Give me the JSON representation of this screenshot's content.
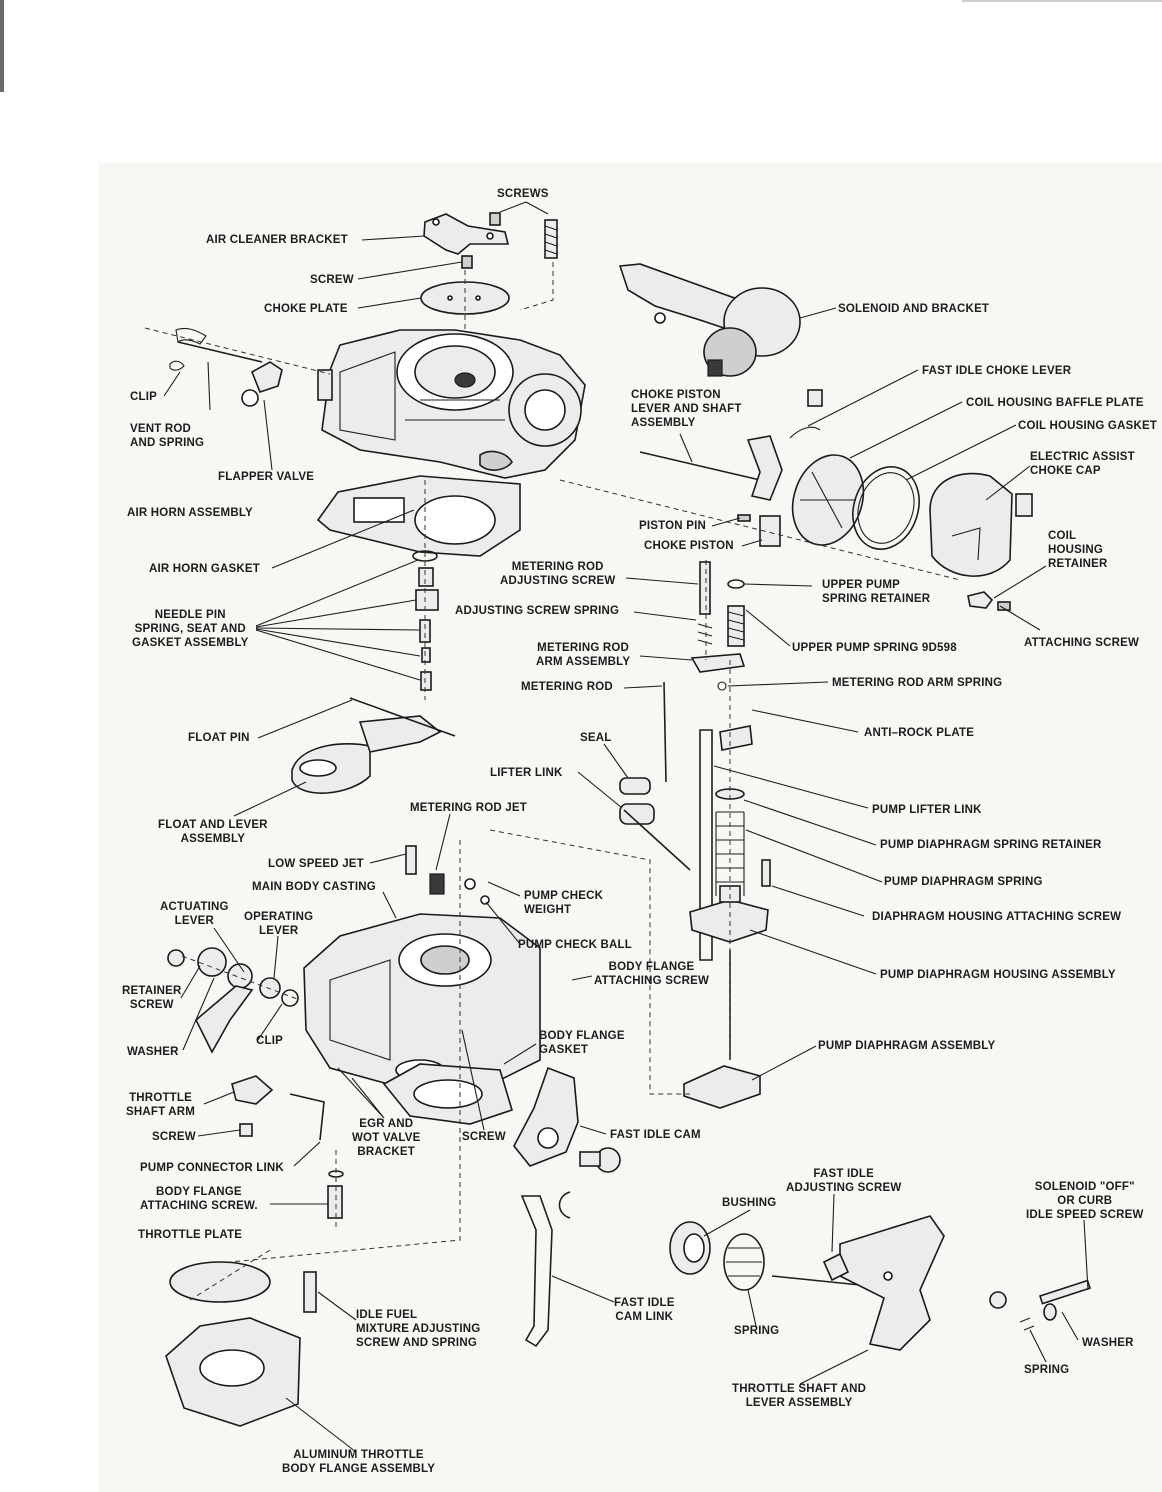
{
  "labels": {
    "screws": "SCREWS",
    "air_cleaner_bracket": "AIR CLEANER BRACKET",
    "screw_top": "SCREW",
    "choke_plate": "CHOKE PLATE",
    "solenoid_and_bracket": "SOLENOID AND BRACKET",
    "fast_idle_choke_lever": "FAST IDLE CHOKE LEVER",
    "coil_housing_baffle_plate": "COIL HOUSING BAFFLE PLATE",
    "coil_housing_gasket": "COIL HOUSING GASKET",
    "electric_assist_choke_cap": "ELECTRIC ASSIST\nCHOKE CAP",
    "choke_piston_lever": "CHOKE PISTON\nLEVER AND SHAFT\nASSEMBLY",
    "clip_top": "CLIP",
    "vent_rod_and_spring": "VENT ROD\nAND SPRING",
    "flapper_valve": "FLAPPER VALVE",
    "air_horn_assembly": "AIR HORN ASSEMBLY",
    "piston_pin": "PISTON PIN",
    "choke_piston": "CHOKE PISTON",
    "coil_housing_retainer": "COIL\nHOUSING\nRETAINER",
    "air_horn_gasket": "AIR HORN GASKET",
    "metering_rod_adjusting_screw": "METERING ROD\nADJUSTING SCREW",
    "upper_pump_spring_retainer": "UPPER PUMP\nSPRING RETAINER",
    "attaching_screw": "ATTACHING SCREW",
    "needle_pin_assembly": "NEEDLE PIN\nSPRING, SEAT AND\nGASKET ASSEMBLY",
    "adjusting_screw_spring": "ADJUSTING SCREW  SPRING",
    "upper_pump_spring": "UPPER PUMP SPRING 9D598",
    "metering_rod_arm_assembly": "METERING ROD\nARM ASSEMBLY",
    "metering_rod": "METERING ROD",
    "metering_rod_arm_spring": "METERING ROD  ARM SPRING",
    "float_pin": "FLOAT PIN",
    "anti_rock_plate": "ANTI–ROCK PLATE",
    "seal": "SEAL",
    "lifter_link": "LIFTER LINK",
    "pump_lifter_link": "PUMP LIFTER LINK",
    "float_and_lever_assembly": "FLOAT AND LEVER\nASSEMBLY",
    "metering_rod_jet": "METERING ROD JET",
    "pump_diaphragm_spring_retainer": "PUMP DIAPHRAGM SPRING RETAINER",
    "low_speed_jet": "LOW SPEED JET",
    "pump_diaphragm_spring": "PUMP DIAPHRAGM SPRING",
    "main_body_casting": "MAIN BODY CASTING",
    "pump_check_weight": "PUMP CHECK\nWEIGHT",
    "actuating_lever": "ACTUATING\nLEVER",
    "operating_lever": "OPERATING\nLEVER",
    "diaphragm_housing_attaching_screw": "DIAPHRAGM HOUSING ATTACHING SCREW",
    "pump_check_ball": "PUMP CHECK BALL",
    "body_flange_attaching_screw_right": "BODY FLANGE\nATTACHING SCREW",
    "pump_diaphragm_housing_assembly": "PUMP DIAPHRAGM HOUSING ASSEMBLY",
    "retainer_screw": "RETAINER\nSCREW",
    "clip_mid": "CLIP",
    "body_flange_gasket": "BODY FLANGE\nGASKET",
    "pump_diaphragm_assembly": "PUMP DIAPHRAGM ASSEMBLY",
    "washer_left": "WASHER",
    "throttle_shaft_arm": "THROTTLE\nSHAFT ARM",
    "egr_and_wot_valve_bracket": "EGR AND\nWOT VALVE\nBRACKET",
    "screw_mid_left": "SCREW",
    "screw_mid_center": "SCREW",
    "fast_idle_cam": "FAST IDLE CAM",
    "pump_connector_link": "PUMP CONNECTOR LINK",
    "body_flange_attaching_screw_left": "BODY FLANGE\nATTACHING SCREW.",
    "fast_idle_adjusting_screw": "FAST IDLE\nADJUSTING SCREW",
    "solenoid_off_curb": "SOLENOID \"OFF\"\nOR CURB\nIDLE SPEED SCREW",
    "bushing": "BUSHING",
    "throttle_plate": "THROTTLE PLATE",
    "idle_fuel_mixture": "IDLE FUEL\nMIXTURE ADJUSTING\nSCREW AND SPRING",
    "fast_idle_cam_link": "FAST IDLE\nCAM LINK",
    "spring_center": "SPRING",
    "washer_right": "WASHER",
    "spring_right": "SPRING",
    "throttle_shaft_and_lever": "THROTTLE SHAFT AND\nLEVER ASSEMBLY",
    "aluminum_throttle_body": "ALUMINUM THROTTLE\nBODY FLANGE ASSEMBLY"
  }
}
